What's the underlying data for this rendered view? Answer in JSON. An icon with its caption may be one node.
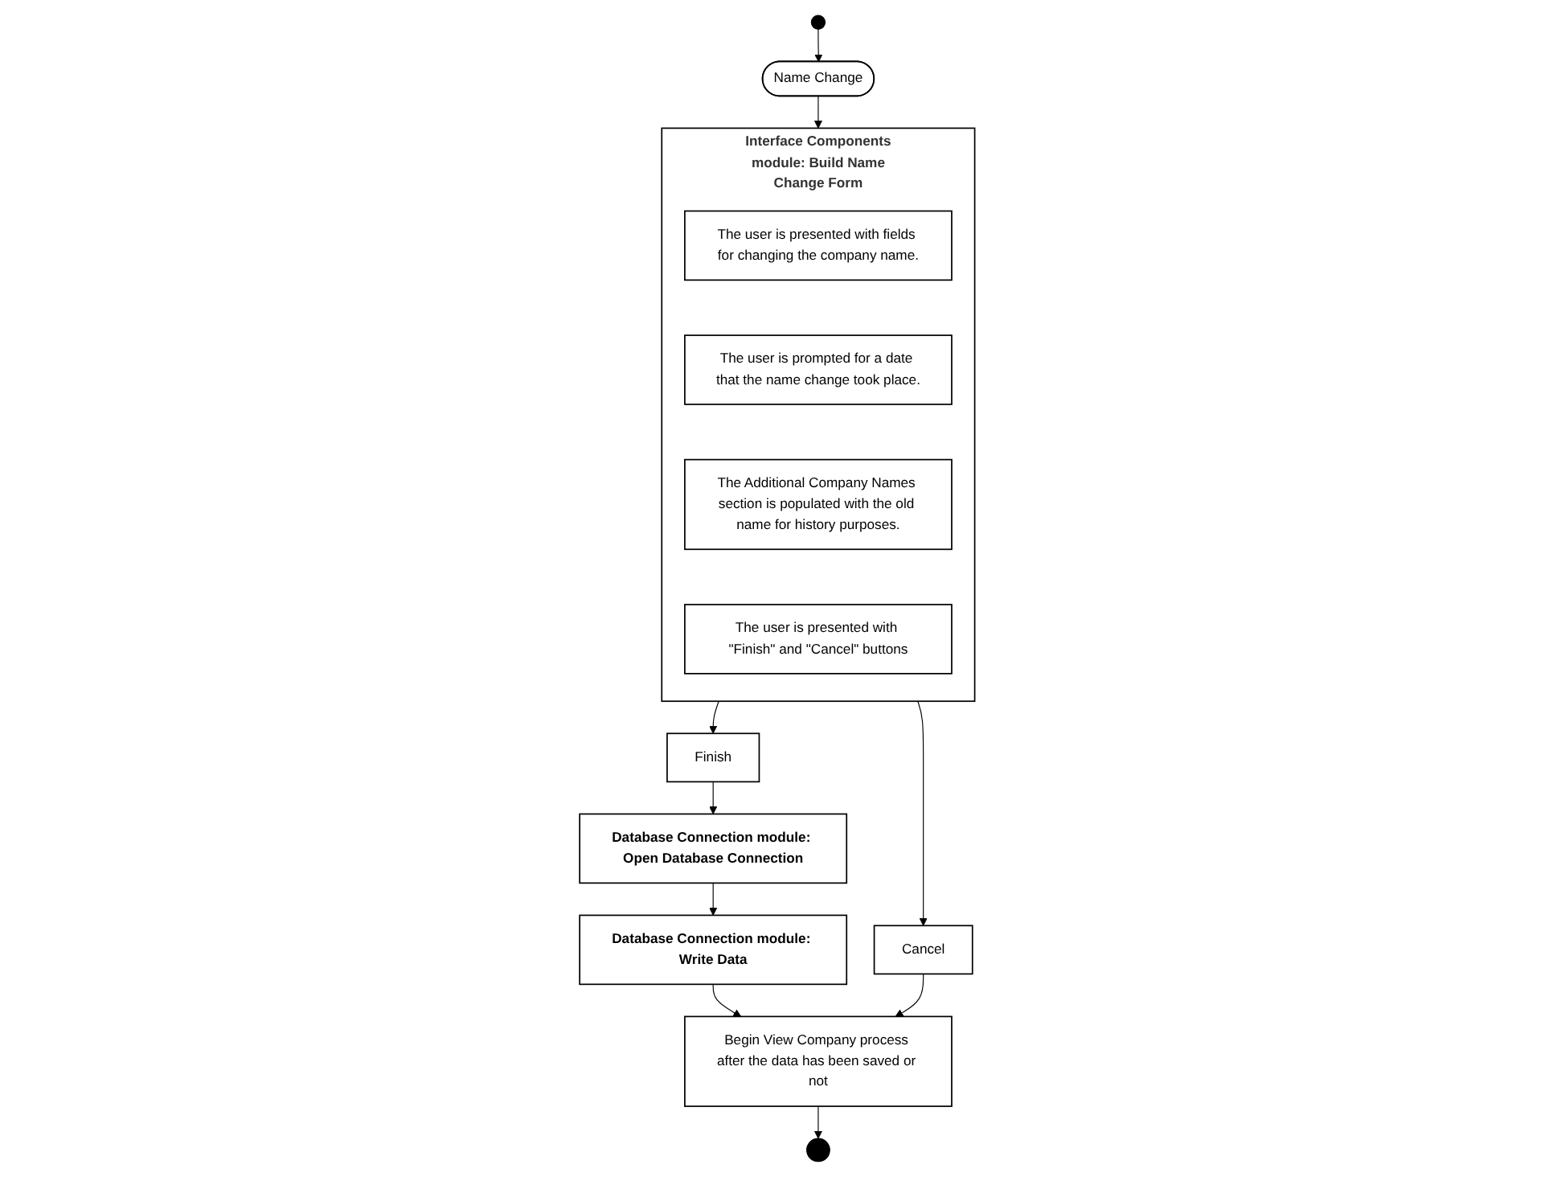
{
  "diagram": {
    "nodes": [
      {
        "text": [],
        "shape": "circle"
      },
      {
        "text": [
          "Name Change"
        ]
      },
      {
        "text": [
          "Interface Components module: Build Name Change Form"
        ]
      },
      {
        "text": [
          "The user is presented with fields for changing the company name."
        ],
        "in": 2
      },
      {
        "text": [
          "The user is prompted for a date that the name change took place."
        ],
        "in": 2
      },
      {
        "text": [
          "The Additional Company Names section is populated with the old name for history purposes."
        ],
        "in": 2
      },
      {
        "text": [
          "The user is presented with \"Finish\" and \"Cancel\" buttons"
        ],
        "in": 2
      },
      {
        "text": [
          "Finish"
        ]
      },
      {
        "text": [
          "Cancel"
        ]
      },
      {
        "text": [
          "Database Connection module: Open Database Connection"
        ]
      },
      {
        "text": [
          "Database Connection module: Write Data"
        ]
      },
      {
        "text": [
          "Begin View Company process after the data has been saved or not"
        ]
      },
      {
        "text": [],
        "shape": "circle"
      }
    ],
    "edges": [
      {
        "from": 0,
        "to": 1,
        "arrow": "to"
      },
      {
        "from": 1,
        "to": 2,
        "arrow": "to"
      },
      {
        "from": 2,
        "to": 7,
        "arrow": "to"
      },
      {
        "from": 2,
        "to": 8,
        "arrow": "to"
      },
      {
        "from": 7,
        "to": 9,
        "arrow": "to"
      },
      {
        "from": 9,
        "to": 10,
        "arrow": "to"
      },
      {
        "from": 10,
        "to": 11,
        "arrow": "to"
      },
      {
        "from": 8,
        "to": 11,
        "arrow": "to"
      },
      {
        "from": 11,
        "to": 12,
        "arrow": "to"
      }
    ]
  }
}
